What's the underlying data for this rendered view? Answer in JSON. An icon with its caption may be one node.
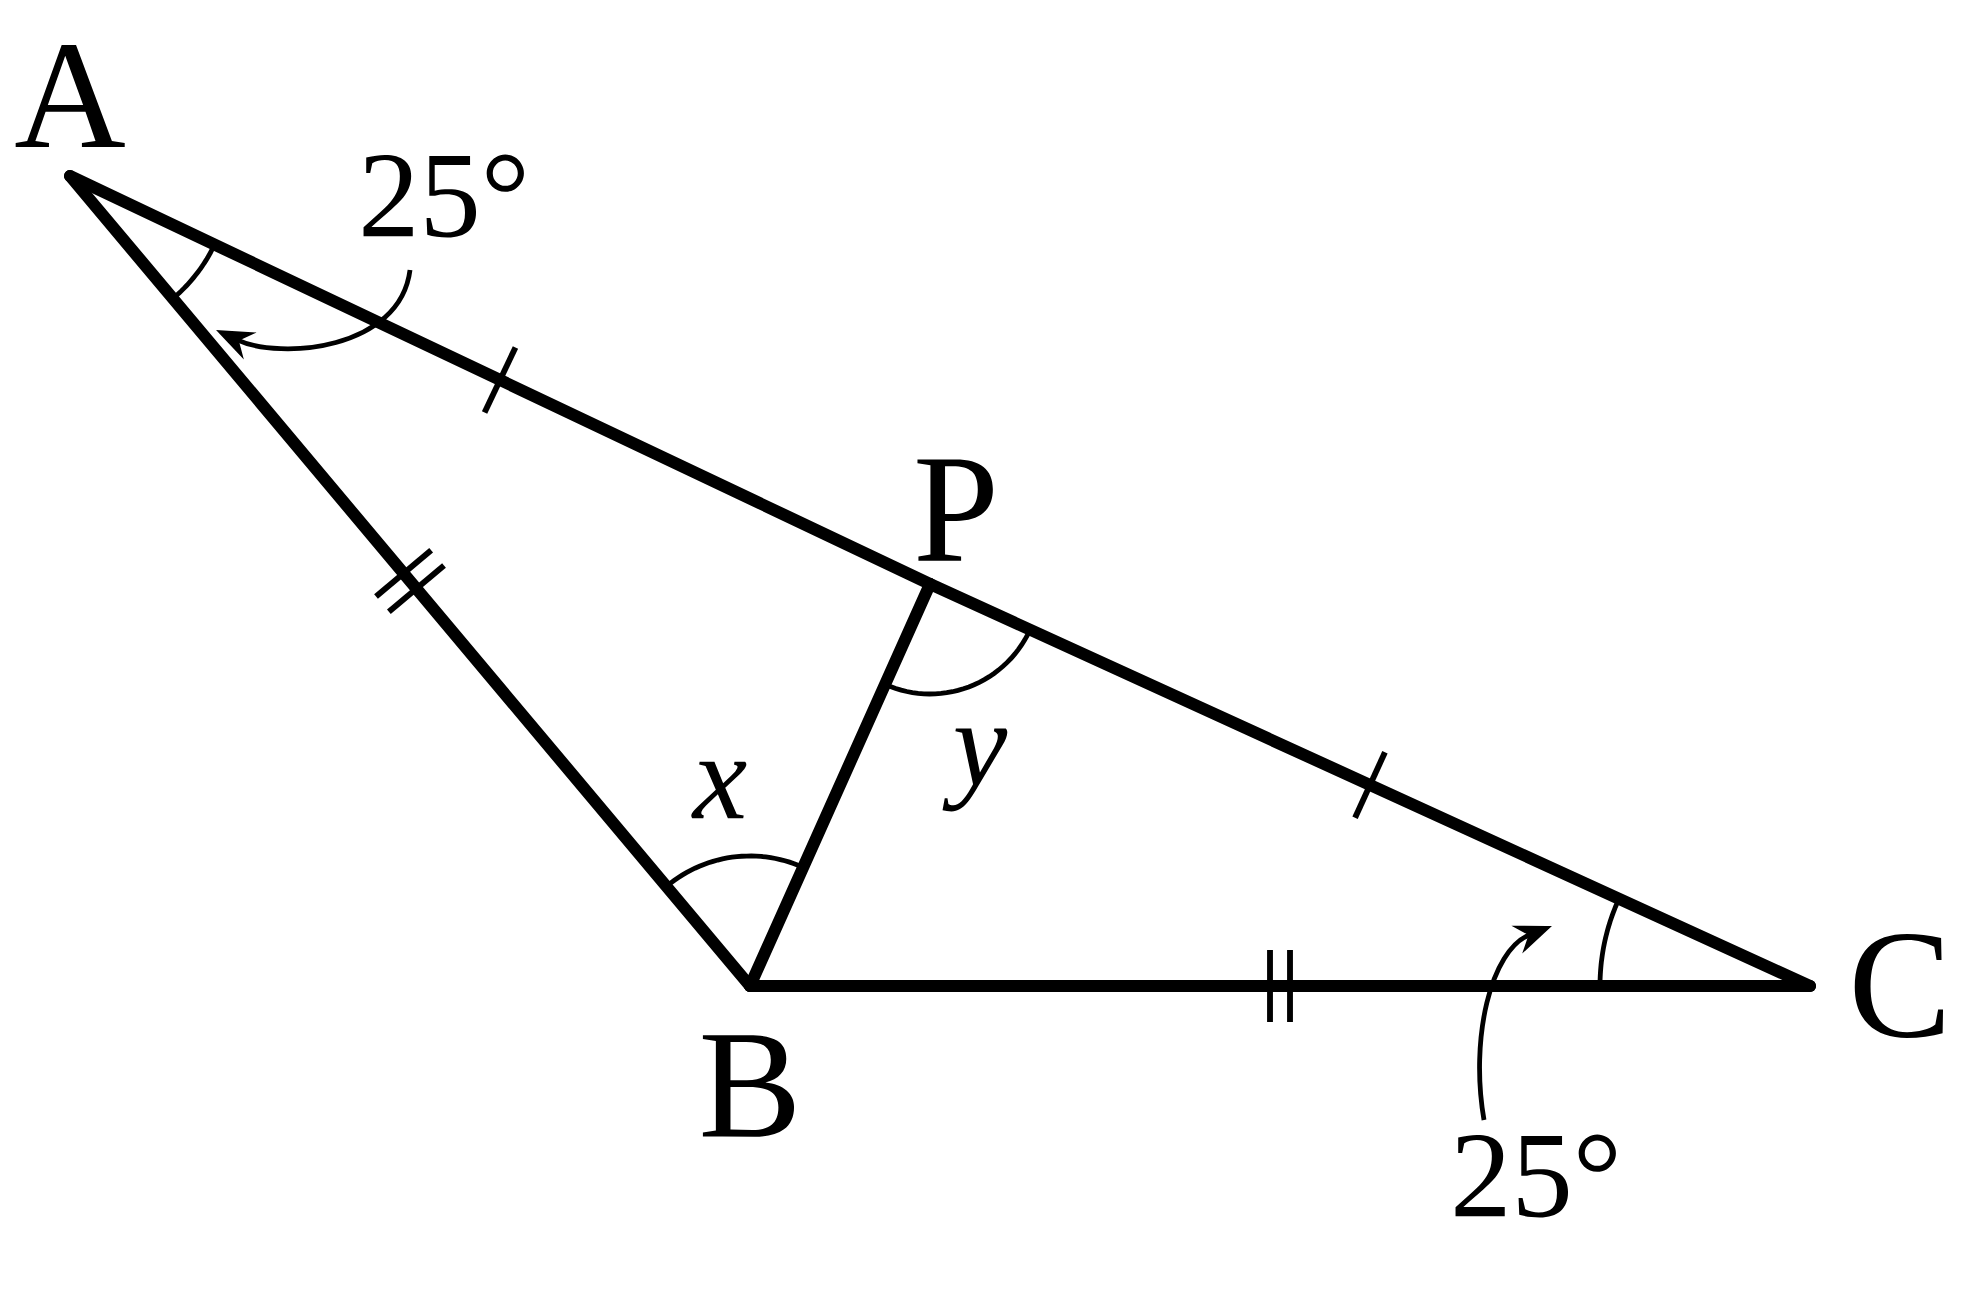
{
  "diagram": {
    "nodes": [
      {
        "text": [
          "A"
        ]
      },
      {
        "text": [
          "P"
        ]
      },
      {
        "text": [
          "B"
        ]
      },
      {
        "text": [
          "C"
        ]
      },
      {
        "text": [
          "25°"
        ]
      },
      {
        "text": [
          "25°"
        ]
      }
    ],
    "edges": [
      {
        "from": 0,
        "to": 2,
        "arrow": "none"
      },
      {
        "from": 0,
        "to": 1,
        "arrow": "none"
      },
      {
        "from": 1,
        "to": 3,
        "arrow": "none"
      },
      {
        "from": 2,
        "to": 3,
        "arrow": "none"
      },
      {
        "from": 2,
        "to": 1,
        "arrow": "none"
      },
      {
        "from": 4,
        "to": null,
        "arrow": "to"
      },
      {
        "from": 5,
        "to": null,
        "arrow": "to"
      }
    ],
    "labels": [
      "x",
      "y"
    ]
  }
}
